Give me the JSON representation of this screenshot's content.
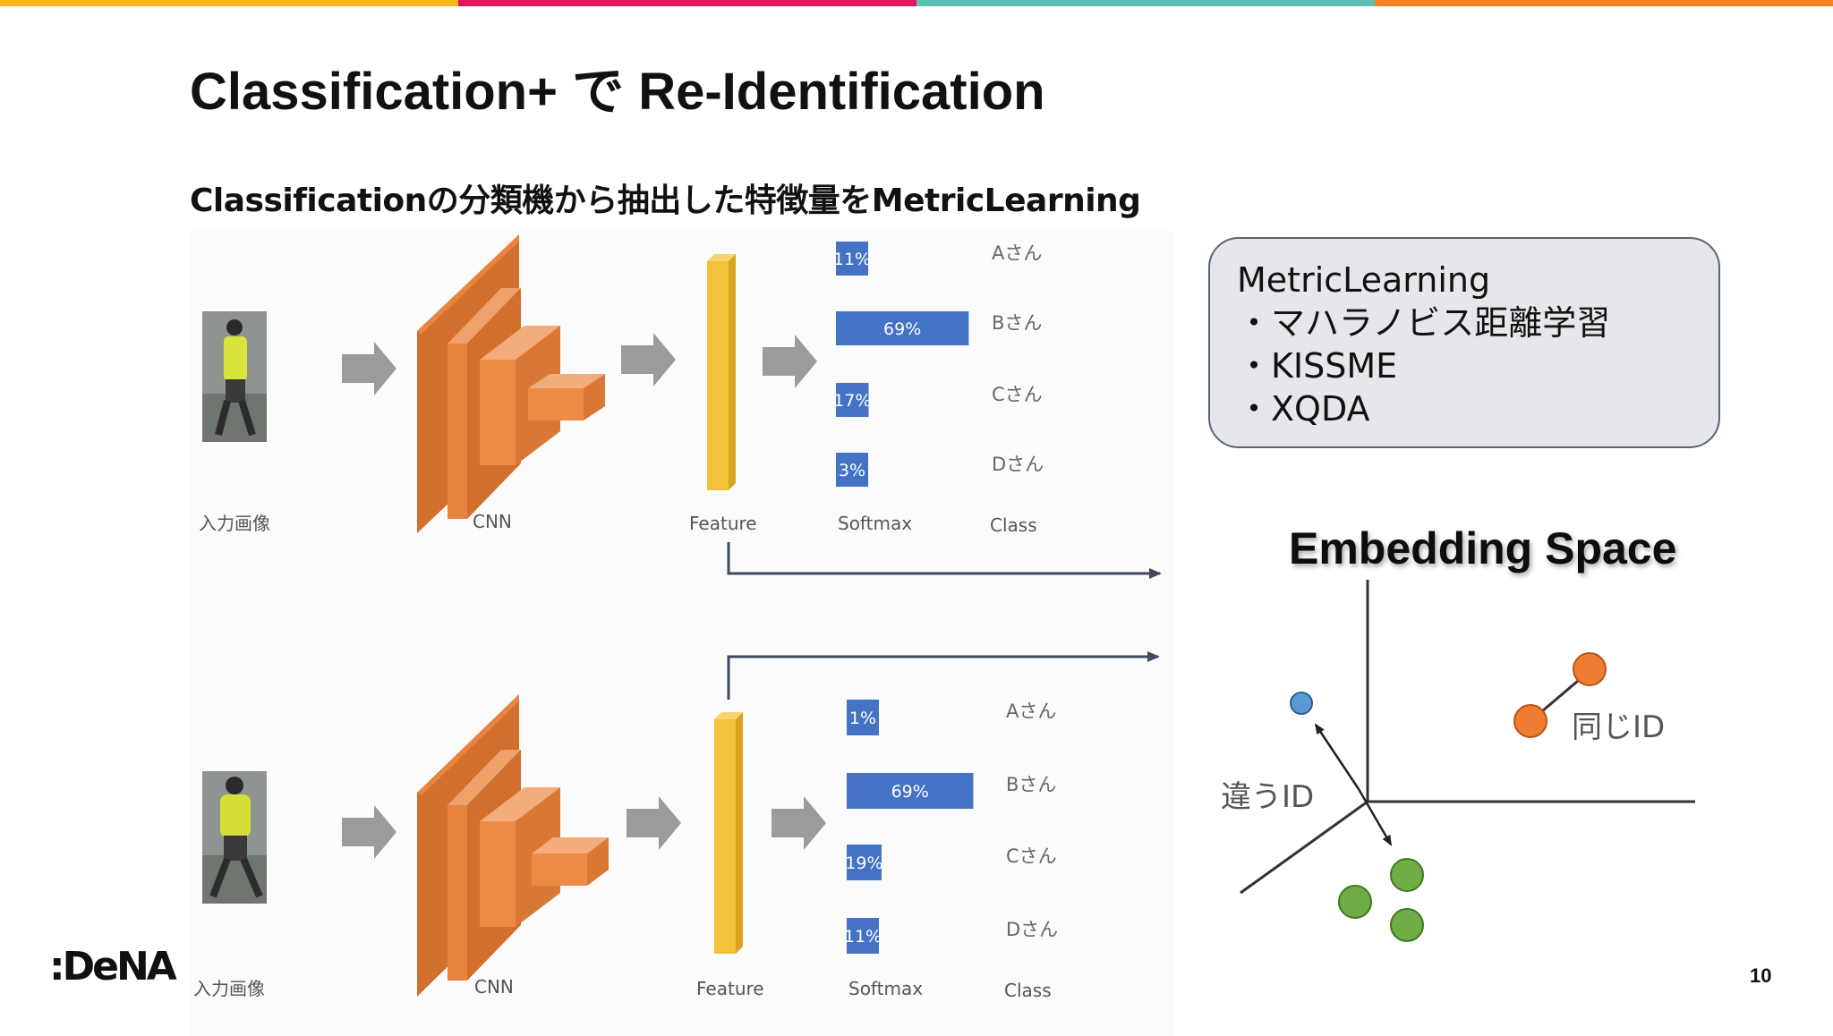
{
  "colors": {
    "top_bar": [
      "#f9b81d",
      "#e2165e",
      "#5bbfb7",
      "#f58220"
    ],
    "cnn_orange": "#e8843f",
    "feature_yellow": "#f4c13a",
    "softmax_blue": "#4472c4",
    "arrow_gray": "#9b9b9b",
    "connector": "#3e4a5c",
    "dot_orange": "#ef7d31",
    "dot_blue": "#5b9bd5",
    "dot_green": "#70ad47"
  },
  "slide": {
    "title": "Classification+ で Re-Identification",
    "subtitle": "Classificationの分類機から抽出した特徴量をMetricLearning",
    "page_number": "10",
    "logo_text": ":DeNA"
  },
  "infobox": {
    "heading": "MetricLearning",
    "items": [
      "・マハラノビス距離学習",
      "・KISSME",
      "・XQDA"
    ]
  },
  "pipeline_labels": {
    "input": "入力画像",
    "cnn": "CNN",
    "feature": "Feature",
    "softmax": "Softmax",
    "class": "Class"
  },
  "pipelines": [
    {
      "classes": [
        "Aさん",
        "Bさん",
        "Cさん",
        "Dさん"
      ],
      "softmax_values": [
        11,
        69,
        17,
        3
      ],
      "softmax_labels": [
        "11%",
        "69%",
        "17%",
        "3%"
      ]
    },
    {
      "classes": [
        "Aさん",
        "Bさん",
        "Cさん",
        "Dさん"
      ],
      "softmax_values": [
        1,
        69,
        19,
        11
      ],
      "softmax_labels": [
        "1%",
        "69%",
        "19%",
        "11%"
      ]
    }
  ],
  "embedding": {
    "title": "Embedding Space",
    "same_id_label": "同じID",
    "different_id_label": "違うID"
  }
}
